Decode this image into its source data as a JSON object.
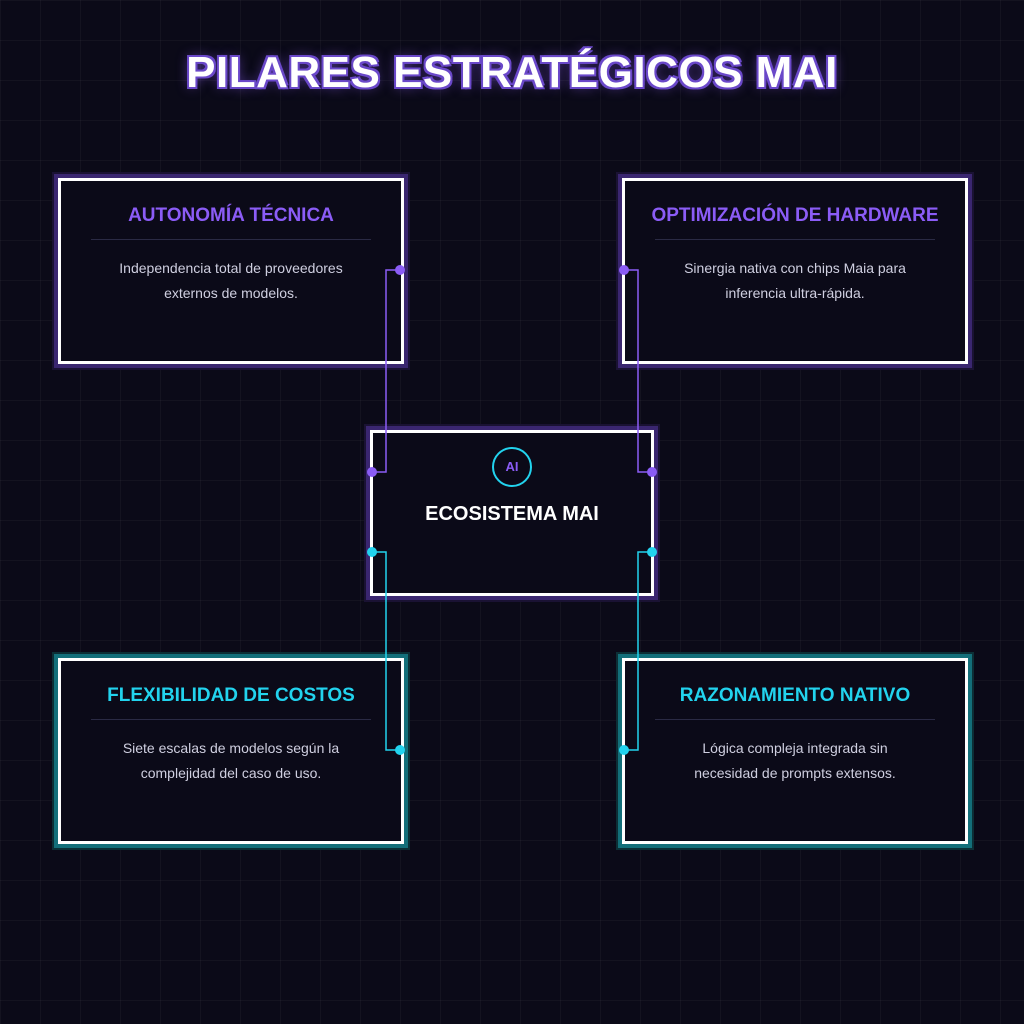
{
  "title": "PILARES ESTRATÉGICOS MAI",
  "center": {
    "badge": "AI",
    "title": "ECOSISTEMA MAI"
  },
  "pillars": [
    {
      "title": "AUTONOMÍA TÉCNICA",
      "description": "Independencia total de proveedores externos de modelos."
    },
    {
      "title": "OPTIMIZACIÓN DE HARDWARE",
      "description": "Sinergia nativa con chips Maia para inferencia ultra-rápida."
    },
    {
      "title": "FLEXIBILIDAD DE COSTOS",
      "description": "Siete escalas de modelos según la complejidad del caso de uso."
    },
    {
      "title": "RAZONAMIENTO NATIVO",
      "description": "Lógica compleja integrada sin necesidad de prompts extensos."
    }
  ],
  "colors": {
    "background": "#0b0a18",
    "purple": "#8b5cf6",
    "cyan": "#22d3ee",
    "text": "#ffffff"
  }
}
